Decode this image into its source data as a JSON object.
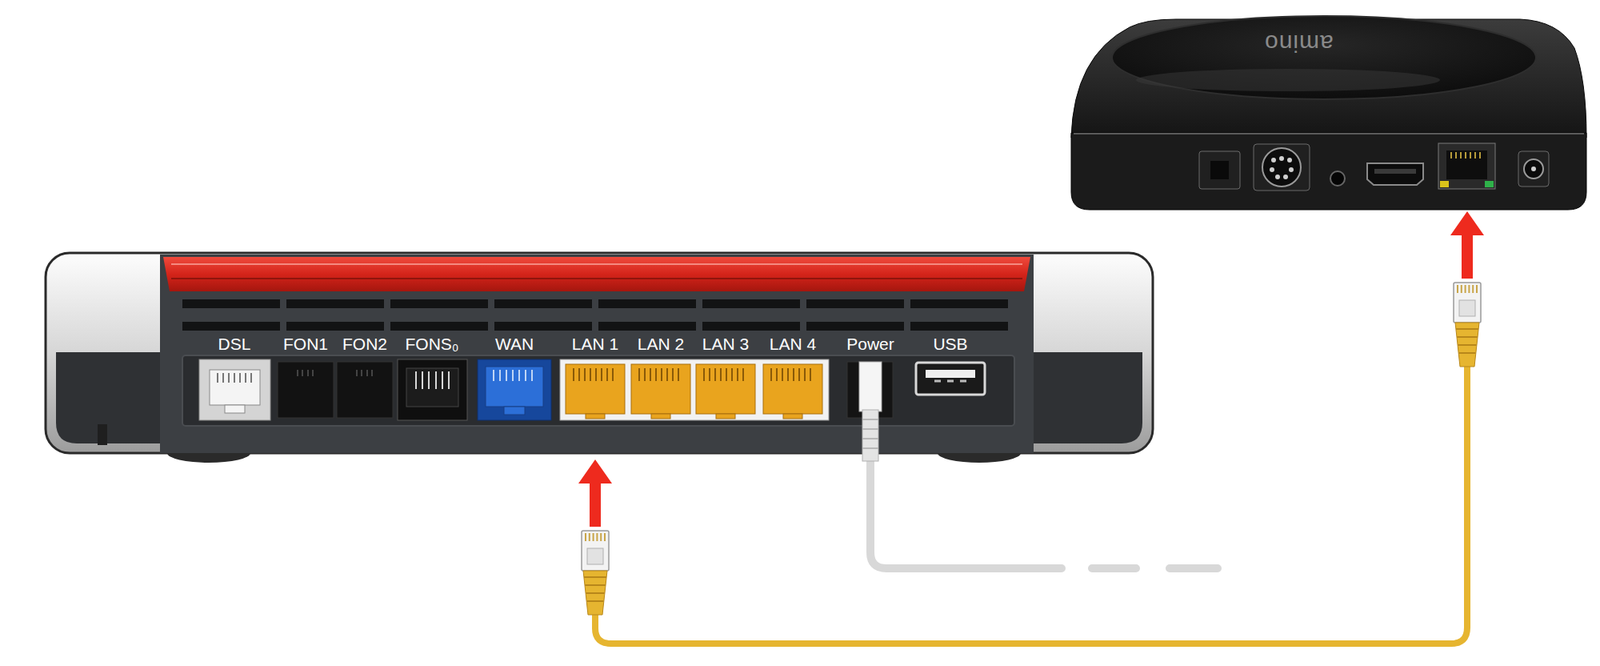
{
  "diagram": {
    "nodes": [
      {
        "text": [
          "DSL"
        ]
      },
      {
        "text": [
          "FON1"
        ]
      },
      {
        "text": [
          "FON2"
        ]
      },
      {
        "text": [
          "FONS₀"
        ]
      },
      {
        "text": [
          "WAN"
        ]
      },
      {
        "text": [
          "LAN 1"
        ]
      },
      {
        "text": [
          "LAN 2"
        ]
      },
      {
        "text": [
          "LAN 3"
        ]
      },
      {
        "text": [
          "LAN 4"
        ]
      },
      {
        "text": [
          "Power"
        ]
      },
      {
        "text": [
          "USB"
        ]
      },
      {
        "text": [
          "amino"
        ]
      }
    ],
    "edges": [
      {
        "from": 5,
        "to": 11,
        "arrow": "both"
      }
    ]
  }
}
